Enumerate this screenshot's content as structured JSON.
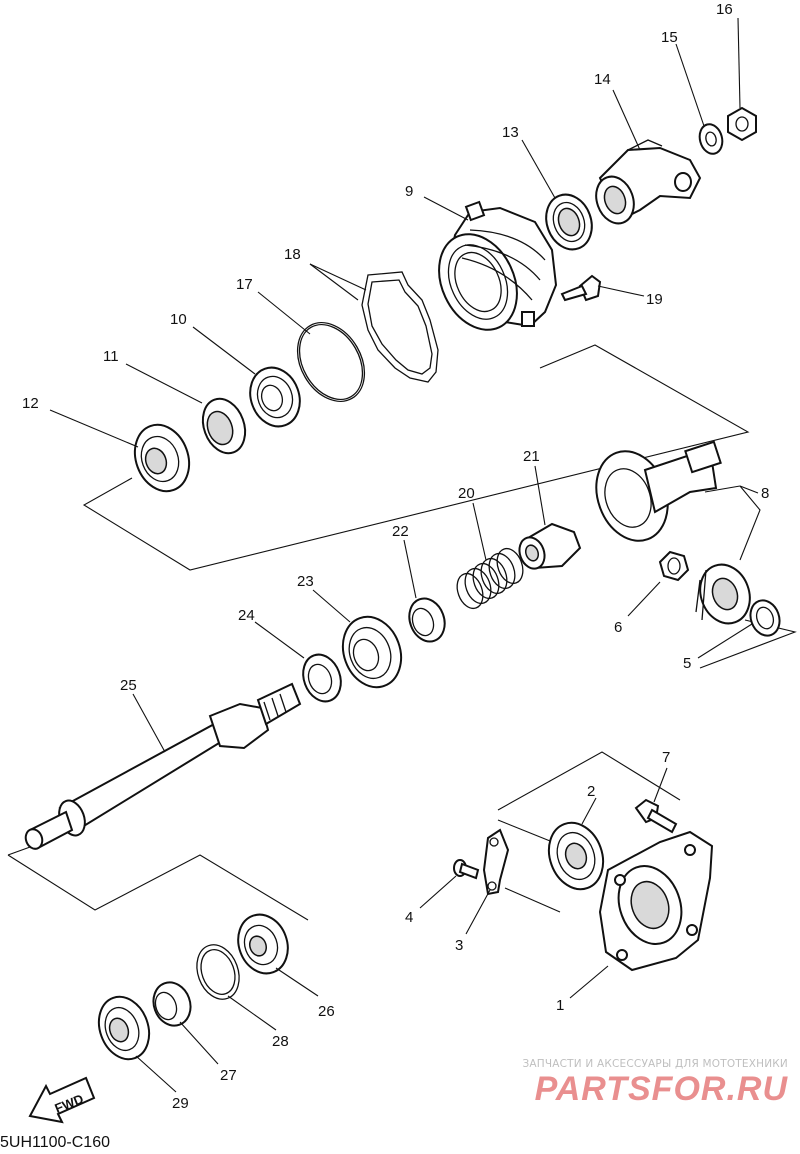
{
  "diagram_code": "5UH1100-C160",
  "direction_label": "FWD",
  "watermark": {
    "caption": "ЗАПЧАСТИ И АКСЕССУАРЫ ДЛЯ МОТОТЕХНИКИ",
    "logo": "PARTSFOR.RU"
  },
  "callouts": [
    "1",
    "2",
    "3",
    "4",
    "5",
    "6",
    "7",
    "8",
    "9",
    "10",
    "11",
    "12",
    "13",
    "14",
    "15",
    "16",
    "17",
    "18",
    "19",
    "20",
    "21",
    "22",
    "23",
    "24",
    "25",
    "26",
    "27",
    "28",
    "29"
  ]
}
